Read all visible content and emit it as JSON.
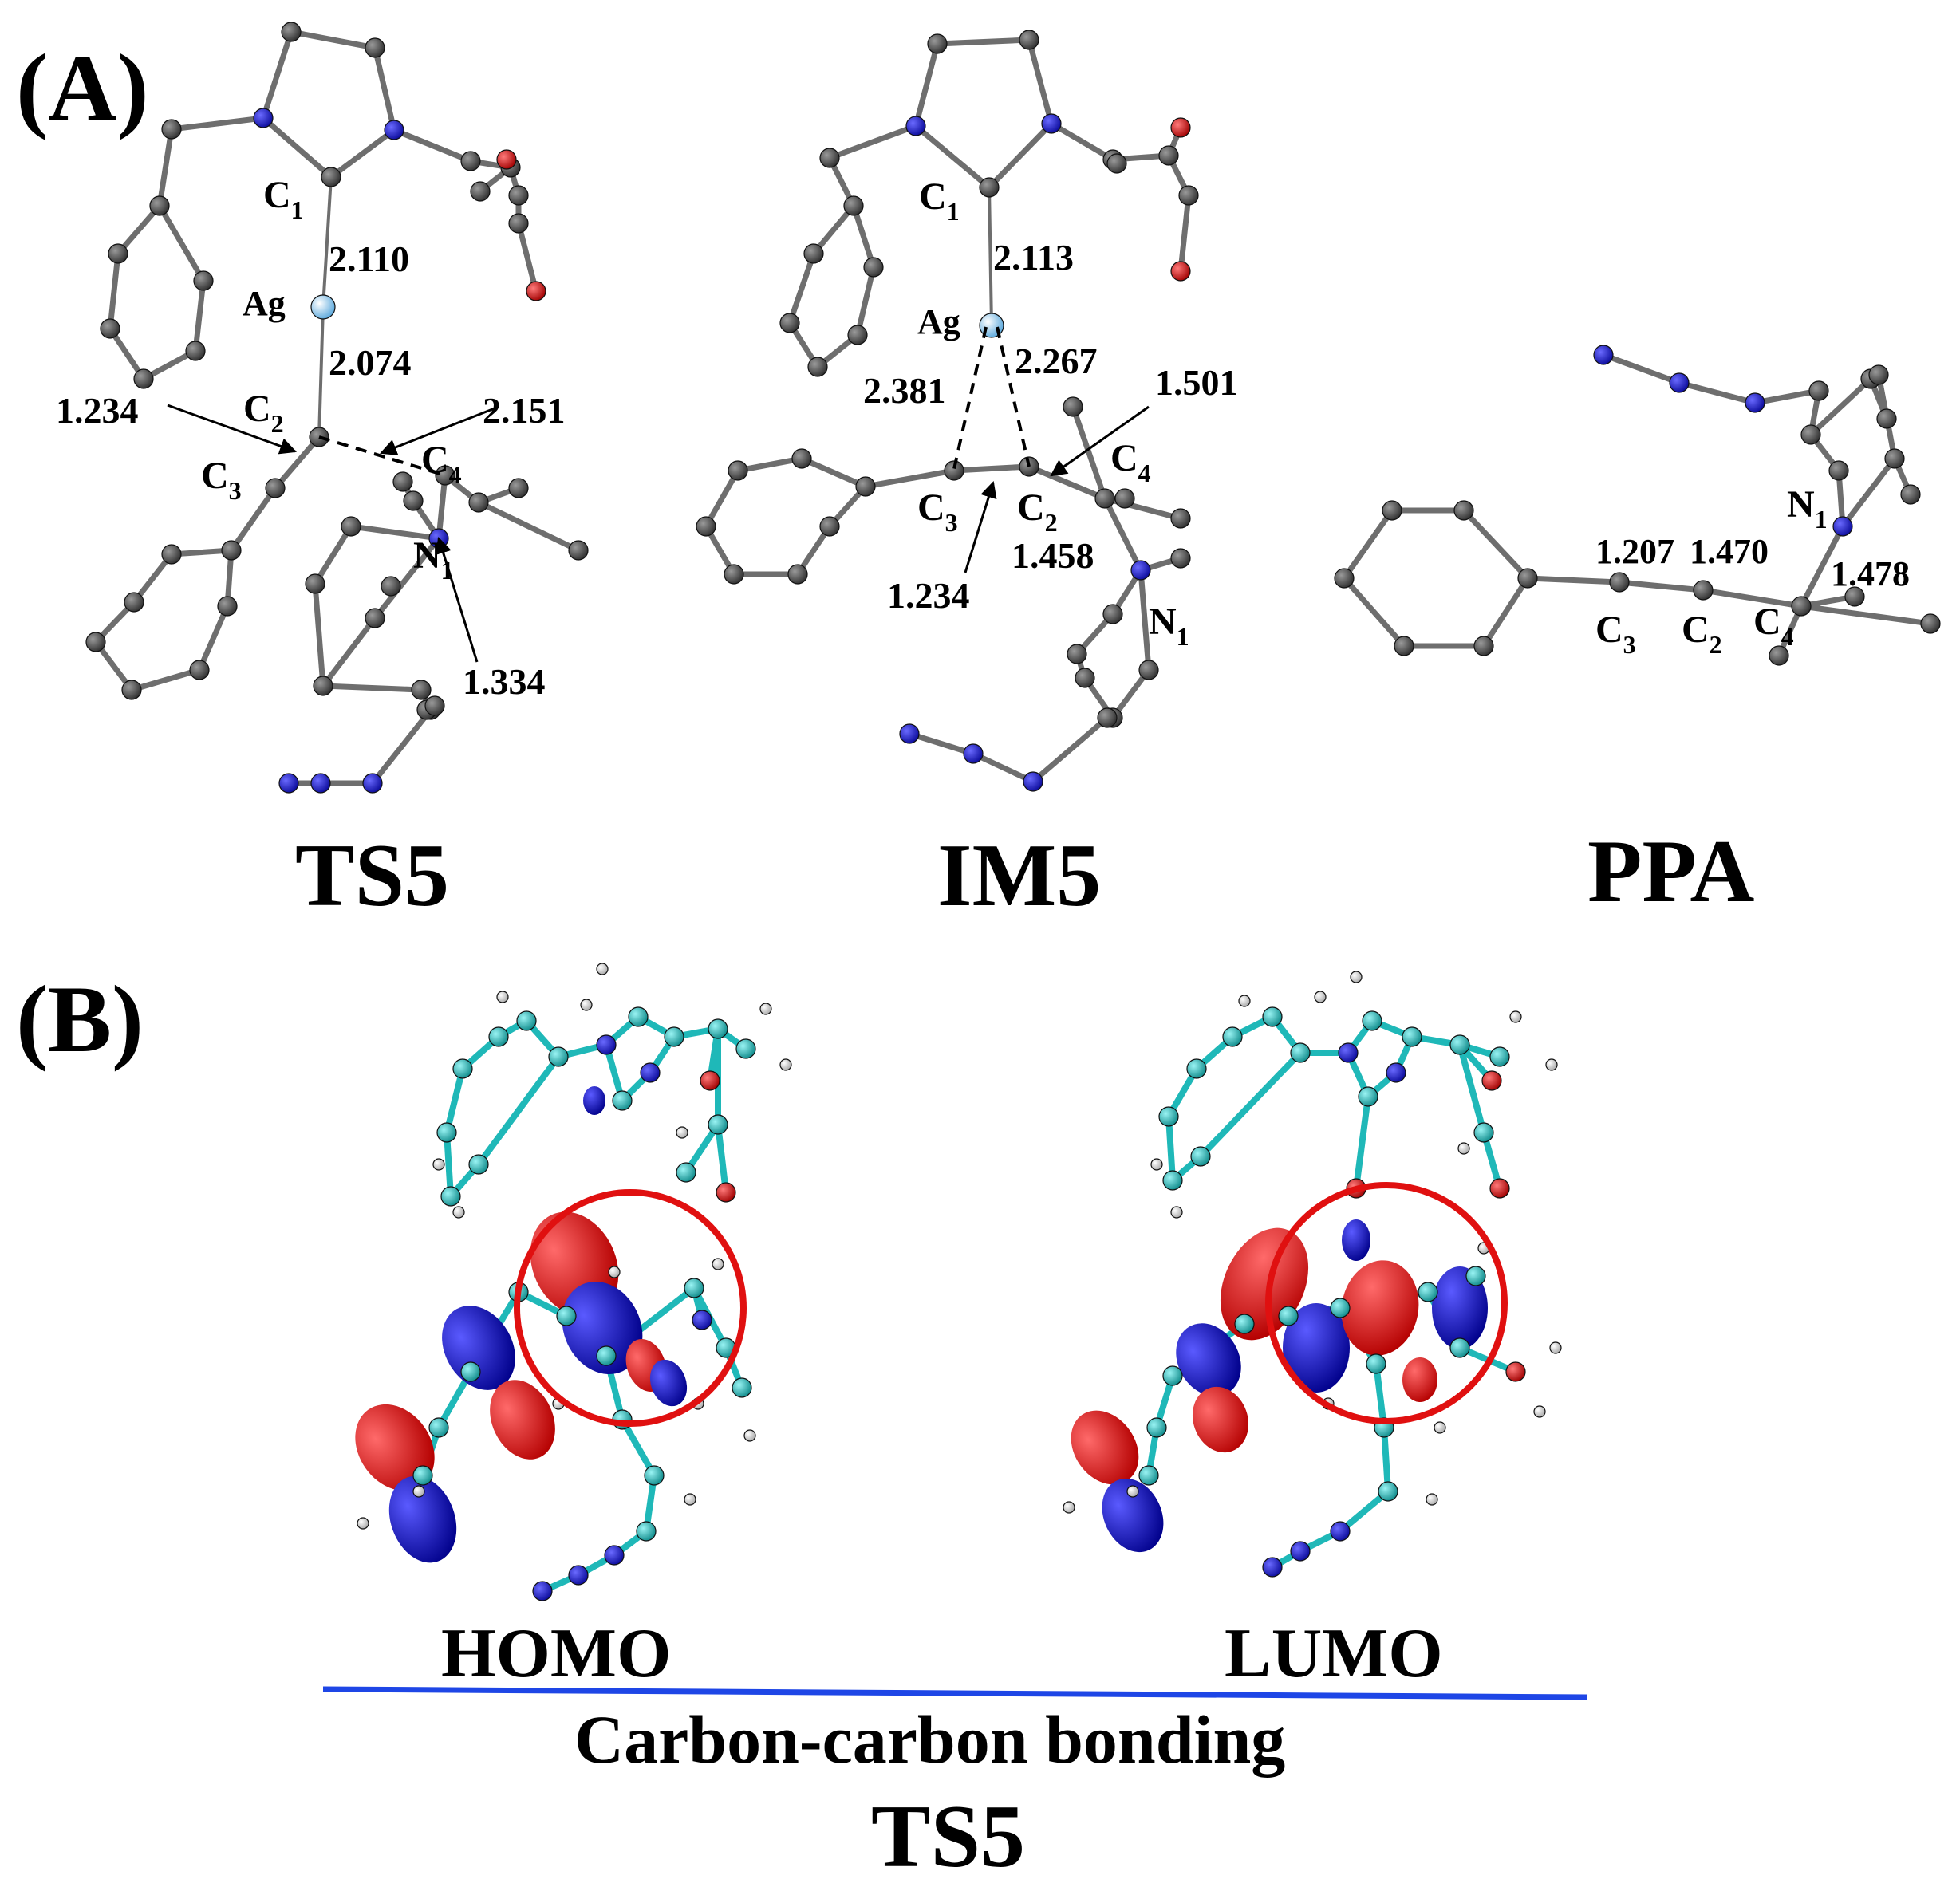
{
  "panel_a": {
    "label": "(A)",
    "ts5": {
      "name": "TS5",
      "atoms": {
        "c1": "C",
        "ag": "Ag",
        "c2": "C",
        "c3": "C",
        "c4": "C",
        "n1": "N"
      },
      "subs": {
        "c1": "1",
        "c2": "2",
        "c3": "3",
        "c4": "4",
        "n1": "1"
      },
      "distances": {
        "c1_ag": "2.110",
        "ag_c2": "2.074",
        "c2_c3": "1.234",
        "c2_c4": "2.151",
        "c4_n1": "1.334"
      }
    },
    "im5": {
      "name": "IM5",
      "atoms": {
        "c1": "C",
        "ag": "Ag",
        "c2": "C",
        "c3": "C",
        "c4": "C",
        "n1": "N"
      },
      "subs": {
        "c1": "1",
        "c2": "2",
        "c3": "3",
        "c4": "4",
        "n1": "1"
      },
      "distances": {
        "c1_ag": "2.113",
        "ag_c3": "2.381",
        "ag_c2": "2.267",
        "c2_c4": "1.501",
        "c3_c2": "1.234",
        "c4_n1": "1.458"
      }
    },
    "ppa": {
      "name": "PPA",
      "atoms": {
        "c2": "C",
        "c3": "C",
        "c4": "C",
        "n1": "N"
      },
      "subs": {
        "c2": "2",
        "c3": "3",
        "c4": "4",
        "n1": "1"
      },
      "distances": {
        "c3_c2": "1.207",
        "c2_c4": "1.470",
        "c4_n1": "1.478"
      }
    }
  },
  "panel_b": {
    "label": "(B)",
    "homo_label": "HOMO",
    "lumo_label": "LUMO",
    "caption": "Carbon-carbon bonding",
    "structure_name": "TS5"
  },
  "colors": {
    "carbon": "#4a4a4a",
    "nitrogen": "#1414c8",
    "oxygen": "#e01010",
    "silver": "#8ec8ee",
    "carbon_mo": "#1fb8b8",
    "hydrogen": "#f2f2f2",
    "orbital_pos": "#e00000",
    "orbital_neg": "#0a0ad0",
    "highlight_circle": "#e01010",
    "divider_line": "#1e46e6"
  }
}
